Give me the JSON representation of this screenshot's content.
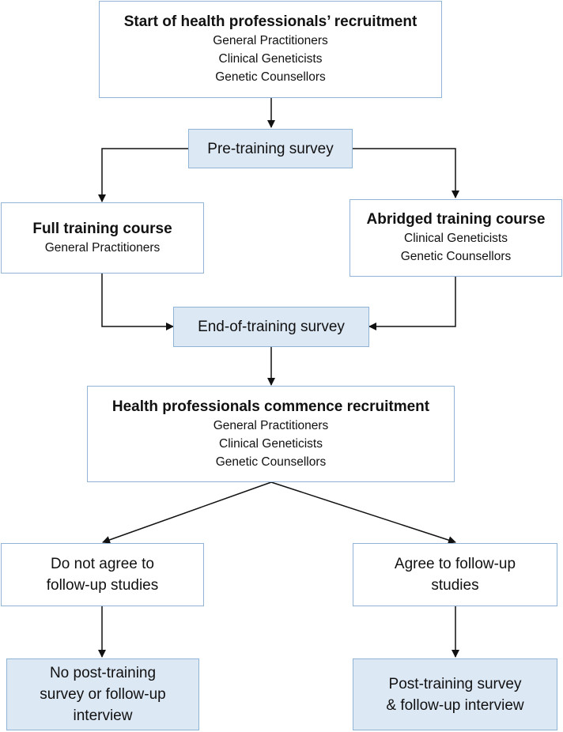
{
  "diagram": {
    "start": {
      "title": "Start of health professionals’ recruitment",
      "lines": [
        "General Practitioners",
        "Clinical Geneticists",
        "Genetic Counsellors"
      ]
    },
    "pre_survey": "Pre-training survey",
    "full_course": {
      "title": "Full training course",
      "lines": [
        "General Practitioners"
      ]
    },
    "abridged_course": {
      "title": "Abridged training course",
      "lines": [
        "Clinical Geneticists",
        "Genetic Counsellors"
      ]
    },
    "end_survey": "End-of-training survey",
    "commence": {
      "title": "Health professionals commence recruitment",
      "lines": [
        "General Practitioners",
        "Clinical Geneticists",
        "Genetic Counsellors"
      ]
    },
    "no_agree": {
      "lines": [
        "Do not agree to",
        "follow-up studies"
      ]
    },
    "agree": {
      "lines": [
        "Agree to follow-up",
        "studies"
      ]
    },
    "no_post": {
      "lines": [
        "No post-training",
        "survey or follow-up",
        "interview"
      ]
    },
    "post": {
      "lines": [
        "Post-training survey",
        "& follow-up interview"
      ]
    }
  },
  "colors": {
    "box_border": "#8fb4d6",
    "highlight_fill": "#dde8f5",
    "arrow": "#111111"
  }
}
